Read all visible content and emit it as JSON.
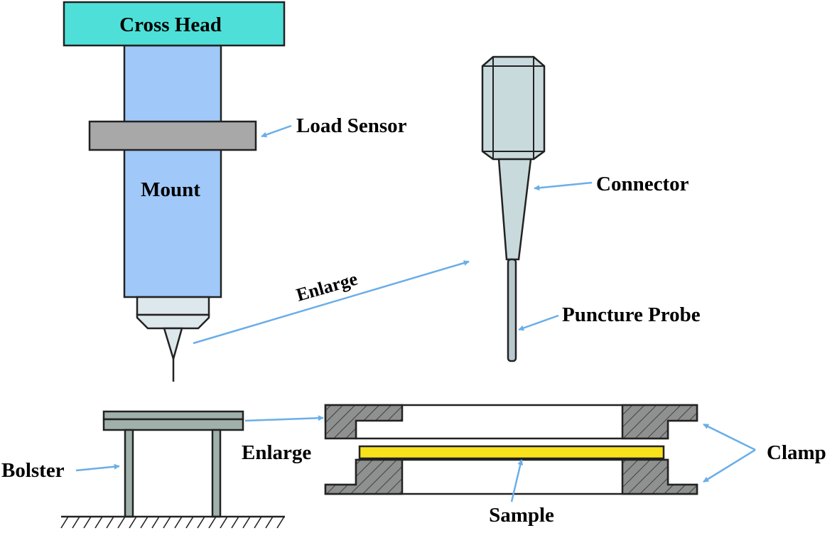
{
  "labels": {
    "cross_head": "Cross Head",
    "load_sensor": "Load Sensor",
    "mount": "Mount",
    "enlarge_top": "Enlarge",
    "connector": "Connector",
    "puncture_probe": "Puncture Probe",
    "bolster": "Bolster",
    "enlarge_bottom": "Enlarge",
    "clamp": "Clamp",
    "sample": "Sample"
  },
  "colors": {
    "cross_head": "#4ee0d8",
    "mount": "#a0c8f8",
    "load_sensor": "#a8a8a8",
    "tip": "#dde8ec",
    "connector": "#c9dadd",
    "probe": "#b8c8cc",
    "bolster": "#9fb1aa",
    "clamp": "#8f9090",
    "sample": "#f8e21c",
    "arrow": "#6aaee8",
    "outline": "#222222"
  }
}
